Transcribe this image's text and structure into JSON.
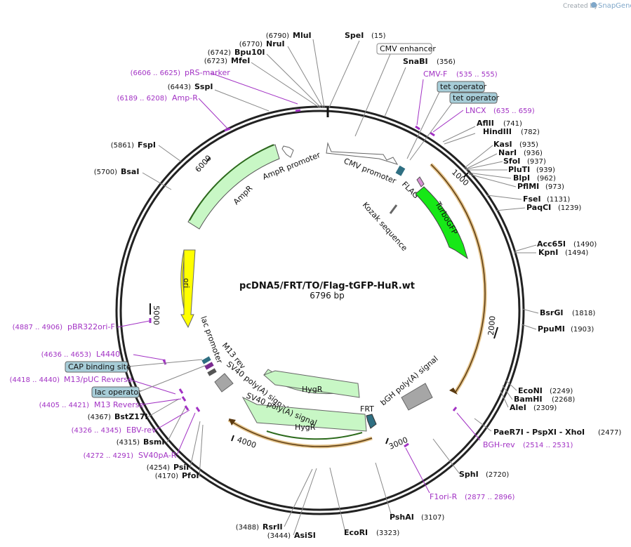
{
  "credit": {
    "created_by": "Created by",
    "brand": "SnapGene"
  },
  "plasmid": {
    "name": "pcDNA5/FRT/TO/Flag-tGFP-HuR.wt",
    "length": "6796 bp"
  },
  "ticks": [
    "1000",
    "2000",
    "3000",
    "4000",
    "5000",
    "6000"
  ],
  "colors": {
    "primer": "#a232c4",
    "turbogfp": "#17e817",
    "arrow_light": "#c8f7c5",
    "orf_outline": "#d09a3a",
    "box_fill": "#a7cdd8"
  },
  "sites": [
    {
      "name": "MluI",
      "pos": "(6790)"
    },
    {
      "name": "NruI",
      "pos": "(6770)"
    },
    {
      "name": "Bpu10I",
      "pos": "(6742)"
    },
    {
      "name": "MfeI",
      "pos": "(6723)"
    },
    {
      "name": "SspI",
      "pos": "(6443)"
    },
    {
      "name": "FspI",
      "pos": "(5861)"
    },
    {
      "name": "BsaI",
      "pos": "(5700)"
    },
    {
      "name": "SpeI",
      "pos": "(15)"
    },
    {
      "name": "SnaBI",
      "pos": "(356)"
    },
    {
      "name": "AflII",
      "pos": "(741)"
    },
    {
      "name": "HindIII",
      "pos": "(782)"
    },
    {
      "name": "KasI",
      "pos": "(935)"
    },
    {
      "name": "NarI",
      "pos": "(936)"
    },
    {
      "name": "SfoI",
      "pos": "(937)"
    },
    {
      "name": "PluTI",
      "pos": "(939)"
    },
    {
      "name": "BlpI",
      "pos": "(962)"
    },
    {
      "name": "PflMI",
      "pos": "(973)"
    },
    {
      "name": "FseI",
      "pos": "(1131)"
    },
    {
      "name": "PaqCI",
      "pos": "(1239)"
    },
    {
      "name": "Acc65I",
      "pos": "(1490)"
    },
    {
      "name": "KpnI",
      "pos": "(1494)"
    },
    {
      "name": "BsrGI",
      "pos": "(1818)"
    },
    {
      "name": "PpuMI",
      "pos": "(1903)"
    },
    {
      "name": "EcoNI",
      "pos": "(2249)"
    },
    {
      "name": "BamHI",
      "pos": "(2268)"
    },
    {
      "name": "AleI",
      "pos": "(2309)"
    },
    {
      "name": "PaeR7I - PspXI - XhoI",
      "pos": "(2477)"
    },
    {
      "name": "SphI",
      "pos": "(2720)"
    },
    {
      "name": "PshAI",
      "pos": "(3107)"
    },
    {
      "name": "EcoRI",
      "pos": "(3323)"
    },
    {
      "name": "RsrII",
      "pos": "(3488)"
    },
    {
      "name": "AsiSI",
      "pos": "(3444)"
    },
    {
      "name": "BstZ17I",
      "pos": "(4367)"
    },
    {
      "name": "BsmI",
      "pos": "(4315)"
    },
    {
      "name": "PsiI",
      "pos": "(4254)"
    },
    {
      "name": "PfoI",
      "pos": "(4170)"
    }
  ],
  "primers": [
    {
      "name": "pRS-marker",
      "pos": "(6606 .. 6625)"
    },
    {
      "name": "Amp-R",
      "pos": "(6189 .. 6208)"
    },
    {
      "name": "CMV-F",
      "pos": "(535 .. 555)"
    },
    {
      "name": "LNCX",
      "pos": "(635 .. 659)"
    },
    {
      "name": "BGH-rev",
      "pos": "(2514 .. 2531)"
    },
    {
      "name": "F1ori-R",
      "pos": "(2877 .. 2896)"
    },
    {
      "name": "pBR322ori-F",
      "pos": "(4887 .. 4906)"
    },
    {
      "name": "L4440",
      "pos": "(4636 .. 4653)"
    },
    {
      "name": "M13/pUC Reverse",
      "pos": "(4418 .. 4440)"
    },
    {
      "name": "M13 Reverse",
      "pos": "(4405 .. 4421)"
    },
    {
      "name": "EBV-rev",
      "pos": "(4326 .. 4345)"
    },
    {
      "name": "SV40pA-R",
      "pos": "(4272 .. 4291)"
    }
  ],
  "boxed_features": [
    "CMV enhancer",
    "tet operator",
    "tet operator",
    "CAP binding site",
    "lac operator"
  ],
  "features": {
    "cmv_promoter": "CMV promoter",
    "flag": "FLAG",
    "turbogfp": "TurboGFP",
    "kozak": "Kozak sequence",
    "ampr_promoter": "AmpR promoter",
    "ampr": "AmpR",
    "ori": "ori",
    "lac_promoter": "lac promoter",
    "m13_rev": "M13 rev",
    "sv40_polya": "SV40 poly(A) signal",
    "hygr_upper": "HygR",
    "hygr_lower": "HygR",
    "frt": "FRT",
    "bgh_polya": "bGH poly(A) signal"
  }
}
